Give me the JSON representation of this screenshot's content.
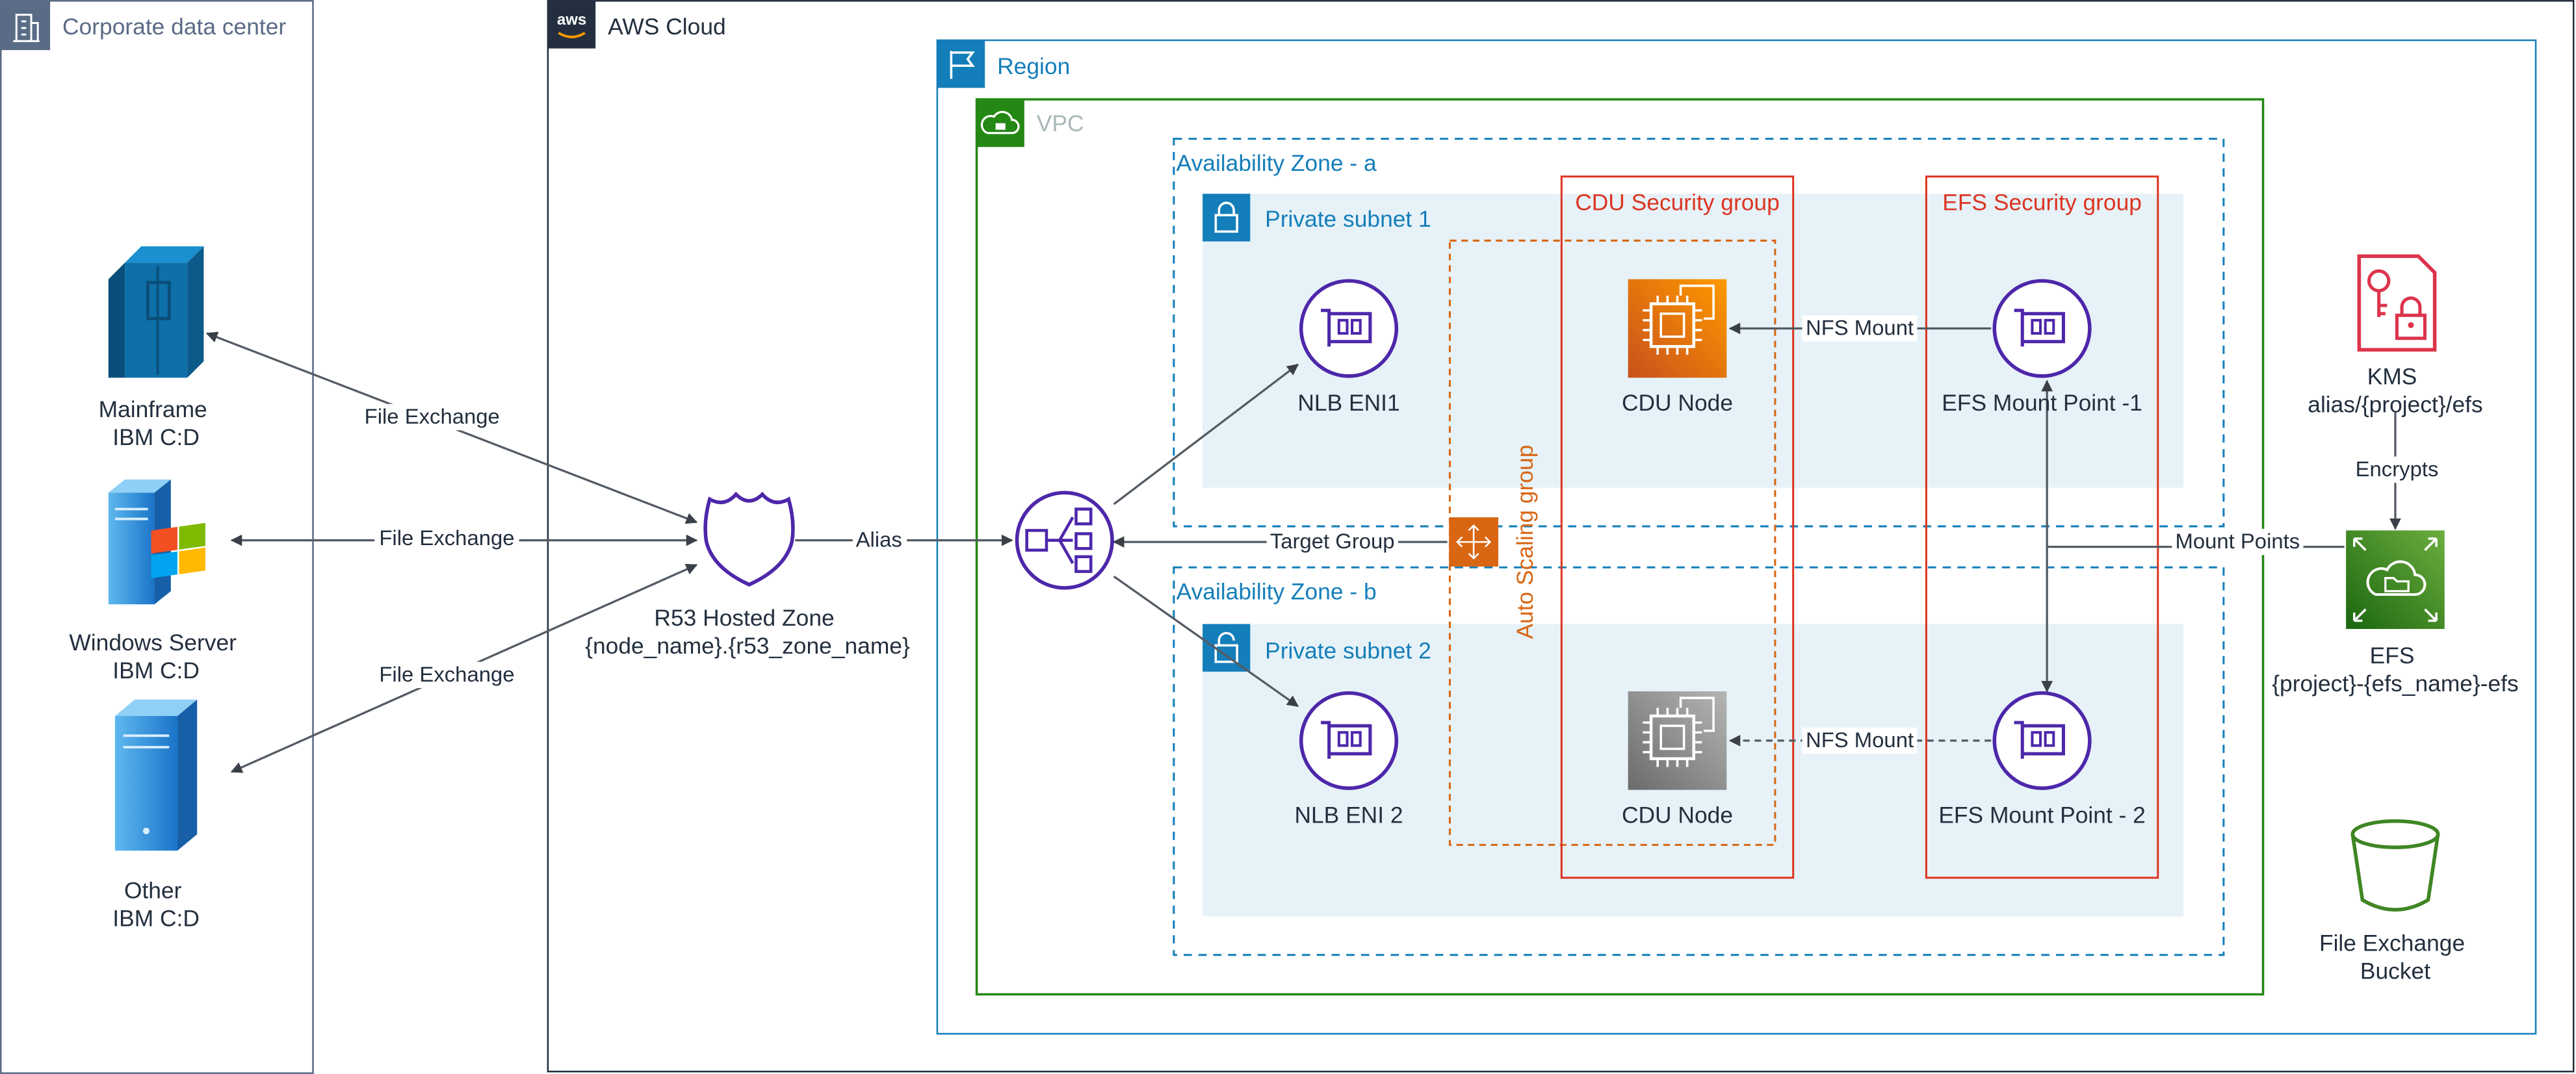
{
  "colors": {
    "aws_border": "#232f3e",
    "region": "#147eba",
    "vpc": "#248814",
    "vpc_label": "#aab7b8",
    "az": "#147eba",
    "subnet_fill": "#e6f2f8",
    "security_group": "#dd3522",
    "asg": "#d86613",
    "network": "#4d27aa",
    "ec2_active": "#ed7100",
    "ec2_inactive": "#7f7f7f",
    "kms": "#dd344c",
    "efs": "#3f8624",
    "s3": "#3f8624",
    "corp": "#5a6b86",
    "connector": "#545b64",
    "server_blue": "#0f6fa8"
  },
  "groups": {
    "corporate": "Corporate data center",
    "aws_cloud": "AWS Cloud",
    "aws_badge": "aws",
    "region": "Region",
    "vpc": "VPC",
    "az_a": "Availability Zone - a",
    "az_b": "Availability Zone - b",
    "subnet_1": "Private subnet 1",
    "subnet_2": "Private subnet 2",
    "cdu_sg": "CDU Security group",
    "efs_sg": "EFS Security group",
    "asg": "Auto Scaling group"
  },
  "nodes": {
    "mainframe": [
      "Mainframe",
      "IBM C:D"
    ],
    "windows": [
      "Windows Server",
      "IBM C:D"
    ],
    "other": [
      "Other",
      "IBM C:D"
    ],
    "r53": [
      "R53 Hosted Zone",
      "{node_name}.{r53_zone_name}"
    ],
    "nlb_eni1": [
      "NLB ENI1"
    ],
    "nlb_eni2": [
      "NLB ENI 2"
    ],
    "cdu1": [
      "CDU Node"
    ],
    "cdu2": [
      "CDU Node"
    ],
    "efs_mp1": [
      "EFS Mount Point -1"
    ],
    "efs_mp2": [
      "EFS Mount Point - 2"
    ],
    "kms": [
      "KMS",
      "alias/{project}/efs"
    ],
    "efs": [
      "EFS",
      "{project}-{efs_name}-efs"
    ],
    "bucket": [
      "File Exchange",
      "Bucket"
    ]
  },
  "edges": {
    "file_exchange_1": "File Exchange",
    "file_exchange_2": "File Exchange",
    "file_exchange_3": "File Exchange",
    "alias": "Alias",
    "target_group": "Target Group",
    "nfs_mount_1": "NFS Mount",
    "nfs_mount_2": "NFS Mount",
    "encrypts": "Encrypts",
    "mount_points": "Mount Points"
  }
}
